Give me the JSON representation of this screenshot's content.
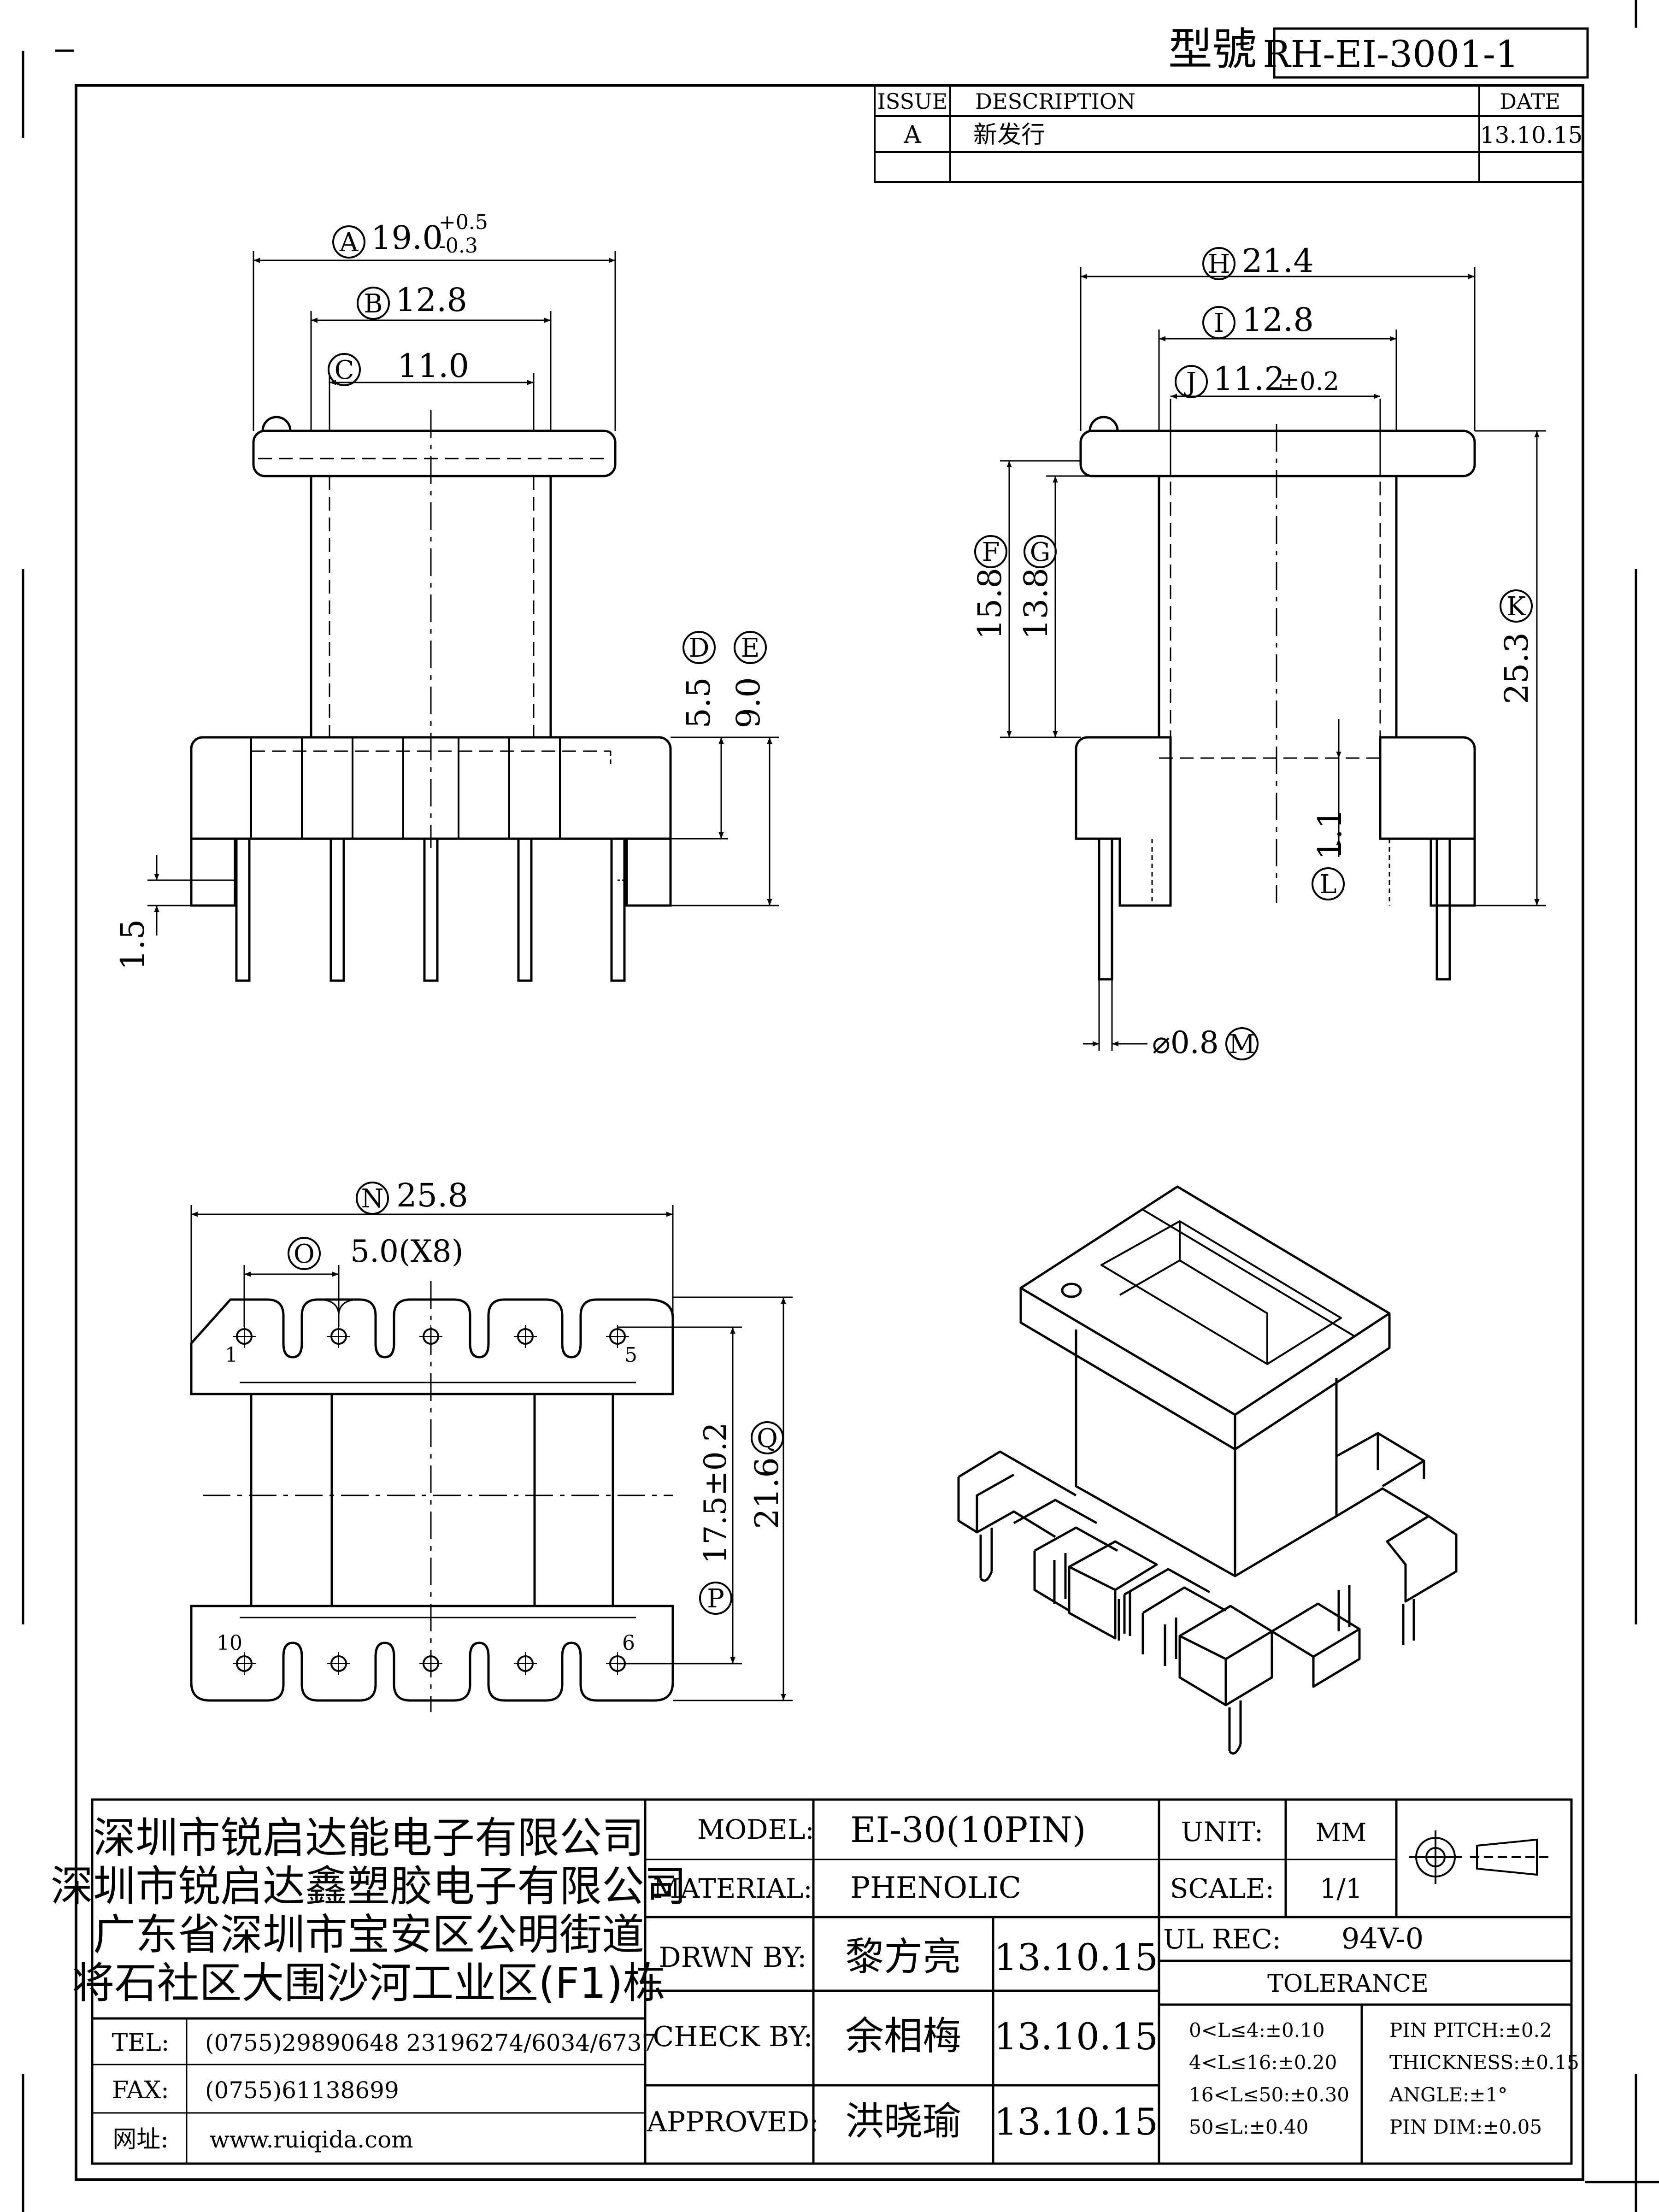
{
  "header": {
    "model_label": "型號",
    "model_no": "RH-EI-3001-1"
  },
  "revision": {
    "col_issue": "ISSUE",
    "col_description": "DESCRIPTION",
    "col_date": "DATE",
    "rows": [
      {
        "issue": "A",
        "description": "新发行",
        "date": "13.10.15"
      }
    ]
  },
  "dims": {
    "A": {
      "tag": "A",
      "value": "19.0",
      "tol_plus": "+0.5",
      "tol_minus": "-0.3"
    },
    "B": {
      "tag": "B",
      "value": "12.8"
    },
    "C": {
      "tag": "C",
      "value": "11.0"
    },
    "D": {
      "tag": "D",
      "value": "5.5"
    },
    "E": {
      "tag": "E",
      "value": "9.0"
    },
    "F": {
      "tag": "F",
      "value": "15.8"
    },
    "G": {
      "tag": "G",
      "value": "13.8"
    },
    "H": {
      "tag": "H",
      "value": "21.4"
    },
    "I": {
      "tag": "I",
      "value": "12.8"
    },
    "J": {
      "tag": "J",
      "value": "11.2",
      "tol": "±0.2"
    },
    "K": {
      "tag": "K",
      "value": "25.3"
    },
    "L": {
      "tag": "L",
      "value": "1.1"
    },
    "M": {
      "tag": "M",
      "value": "⌀0.8"
    },
    "N": {
      "tag": "N",
      "value": "25.8"
    },
    "O": {
      "tag": "O",
      "value": "5.0(X8)"
    },
    "P": {
      "tag": "P",
      "value": "17.5±0.2"
    },
    "Q": {
      "tag": "Q",
      "value": "21.6"
    },
    "pin_len": "1.5"
  },
  "pins": {
    "p1": "1",
    "p5": "5",
    "p6": "6",
    "p10": "10"
  },
  "company": {
    "lines": [
      "深圳市锐启达能电子有限公司",
      "深圳市锐启达鑫塑胶电子有限公司",
      "广东省深圳市宝安区公明街道",
      "将石社区大围沙河工业区(F1)栋"
    ],
    "tel_label": "TEL:",
    "tel": "(0755)29890648  23196274/6034/6737",
    "fax_label": "FAX:",
    "fax": "(0755)61138699",
    "web_label": "网址:",
    "web": "www.ruiqida.com"
  },
  "titleblock": {
    "model_label": "MODEL:",
    "model": "EI-30(10PIN)",
    "material_label": "MATERIAL:",
    "material": "PHENOLIC",
    "drawn_label": "DRWN BY:",
    "drawn": "黎方亮",
    "drawn_date": "13.10.15",
    "check_label": "CHECK BY:",
    "check": "余相梅",
    "check_date": "13.10.15",
    "approved_label": "APPROVED:",
    "approved": "洪晓瑜",
    "approved_date": "13.10.15",
    "unit_label": "UNIT:",
    "unit": "MM",
    "scale_label": "SCALE:",
    "scale": "1/1",
    "ul_label": "UL REC:",
    "ul": "94V-0",
    "tolerance_label": "TOLERANCE",
    "tol_left": [
      "0<L≤4:±0.10",
      "4<L≤16:±0.20",
      "16<L≤50:±0.30",
      "50≤L:±0.40"
    ],
    "tol_right": [
      "PIN PITCH:±0.2",
      "THICKNESS:±0.15",
      "ANGLE:±1°",
      "PIN DIM:±0.05"
    ]
  }
}
